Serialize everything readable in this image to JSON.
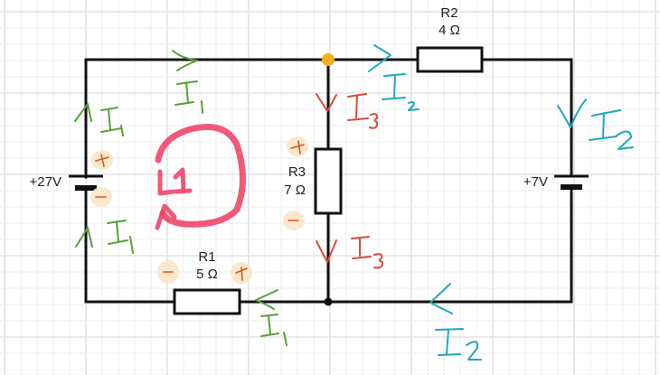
{
  "diagram": {
    "type": "circuit-schematic",
    "colors": {
      "wire": "#111111",
      "junction_highlight": "#f2ae1a",
      "junction": "#111111",
      "grid_minor": "#eeeeee",
      "grid_major": "#e3e3e3",
      "current_I1": "#5a9e3c",
      "current_I2": "#21a7be",
      "current_I3": "#d94b3c",
      "polarity": "#d9541f",
      "polarity_bg": "#f9e5c8",
      "loop": "#ef3b63"
    },
    "sources": [
      {
        "id": "V1",
        "label": "+27V",
        "value": "27 V"
      },
      {
        "id": "V2",
        "label": "+7V",
        "value": "7 V"
      }
    ],
    "resistors": [
      {
        "id": "R1",
        "name": "R1",
        "value": "5 Ω",
        "polarity_left": "−",
        "polarity_right": "+"
      },
      {
        "id": "R2",
        "name": "R2",
        "value": "4 Ω"
      },
      {
        "id": "R3",
        "name": "R3",
        "value": "7 Ω",
        "polarity_top": "+",
        "polarity_bottom": "−"
      }
    ],
    "source_polarity": {
      "V1_top": "+",
      "V1_bottom": "−"
    },
    "currents": {
      "I1": "I₁",
      "I2": "I₂",
      "I3": "I₃"
    },
    "annotations": {
      "I1_top_wire": "I₁",
      "I1_left_upper": "I₁",
      "I1_left_lower": "I₁",
      "I1_bottom": "I₁",
      "I2_top_wire": "I₂",
      "I2_right": "I₂",
      "I2_bottom": "I₂",
      "I3_upper": "I₃",
      "I3_lower": "I₃",
      "loop_label": "L1"
    }
  }
}
